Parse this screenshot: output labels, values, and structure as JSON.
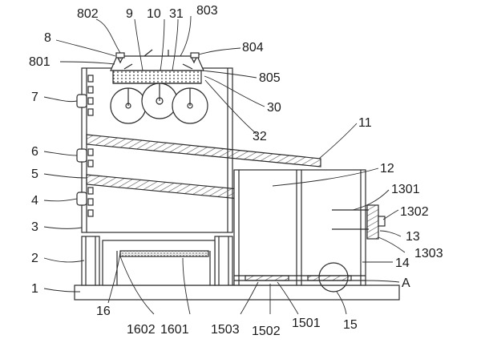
{
  "labels": {
    "n1": "1",
    "n2": "2",
    "n3": "3",
    "n4": "4",
    "n5": "5",
    "n6": "6",
    "n7": "7",
    "n8": "8",
    "n9": "9",
    "n10": "10",
    "n31": "31",
    "n802": "802",
    "n803": "803",
    "n804": "804",
    "n801": "801",
    "n805": "805",
    "n30": "30",
    "n32": "32",
    "n11": "11",
    "n12": "12",
    "n1301": "1301",
    "n1302": "1302",
    "n13": "13",
    "n1303": "1303",
    "n14": "14",
    "nA": "A",
    "n15": "15",
    "n1501": "1501",
    "n1502": "1502",
    "n1503": "1503",
    "n1601": "1601",
    "n1602": "1602",
    "n16": "16"
  },
  "colors": {
    "line": "#2b2b2b",
    "fill": "#ffffff",
    "hatch": "#555555"
  }
}
